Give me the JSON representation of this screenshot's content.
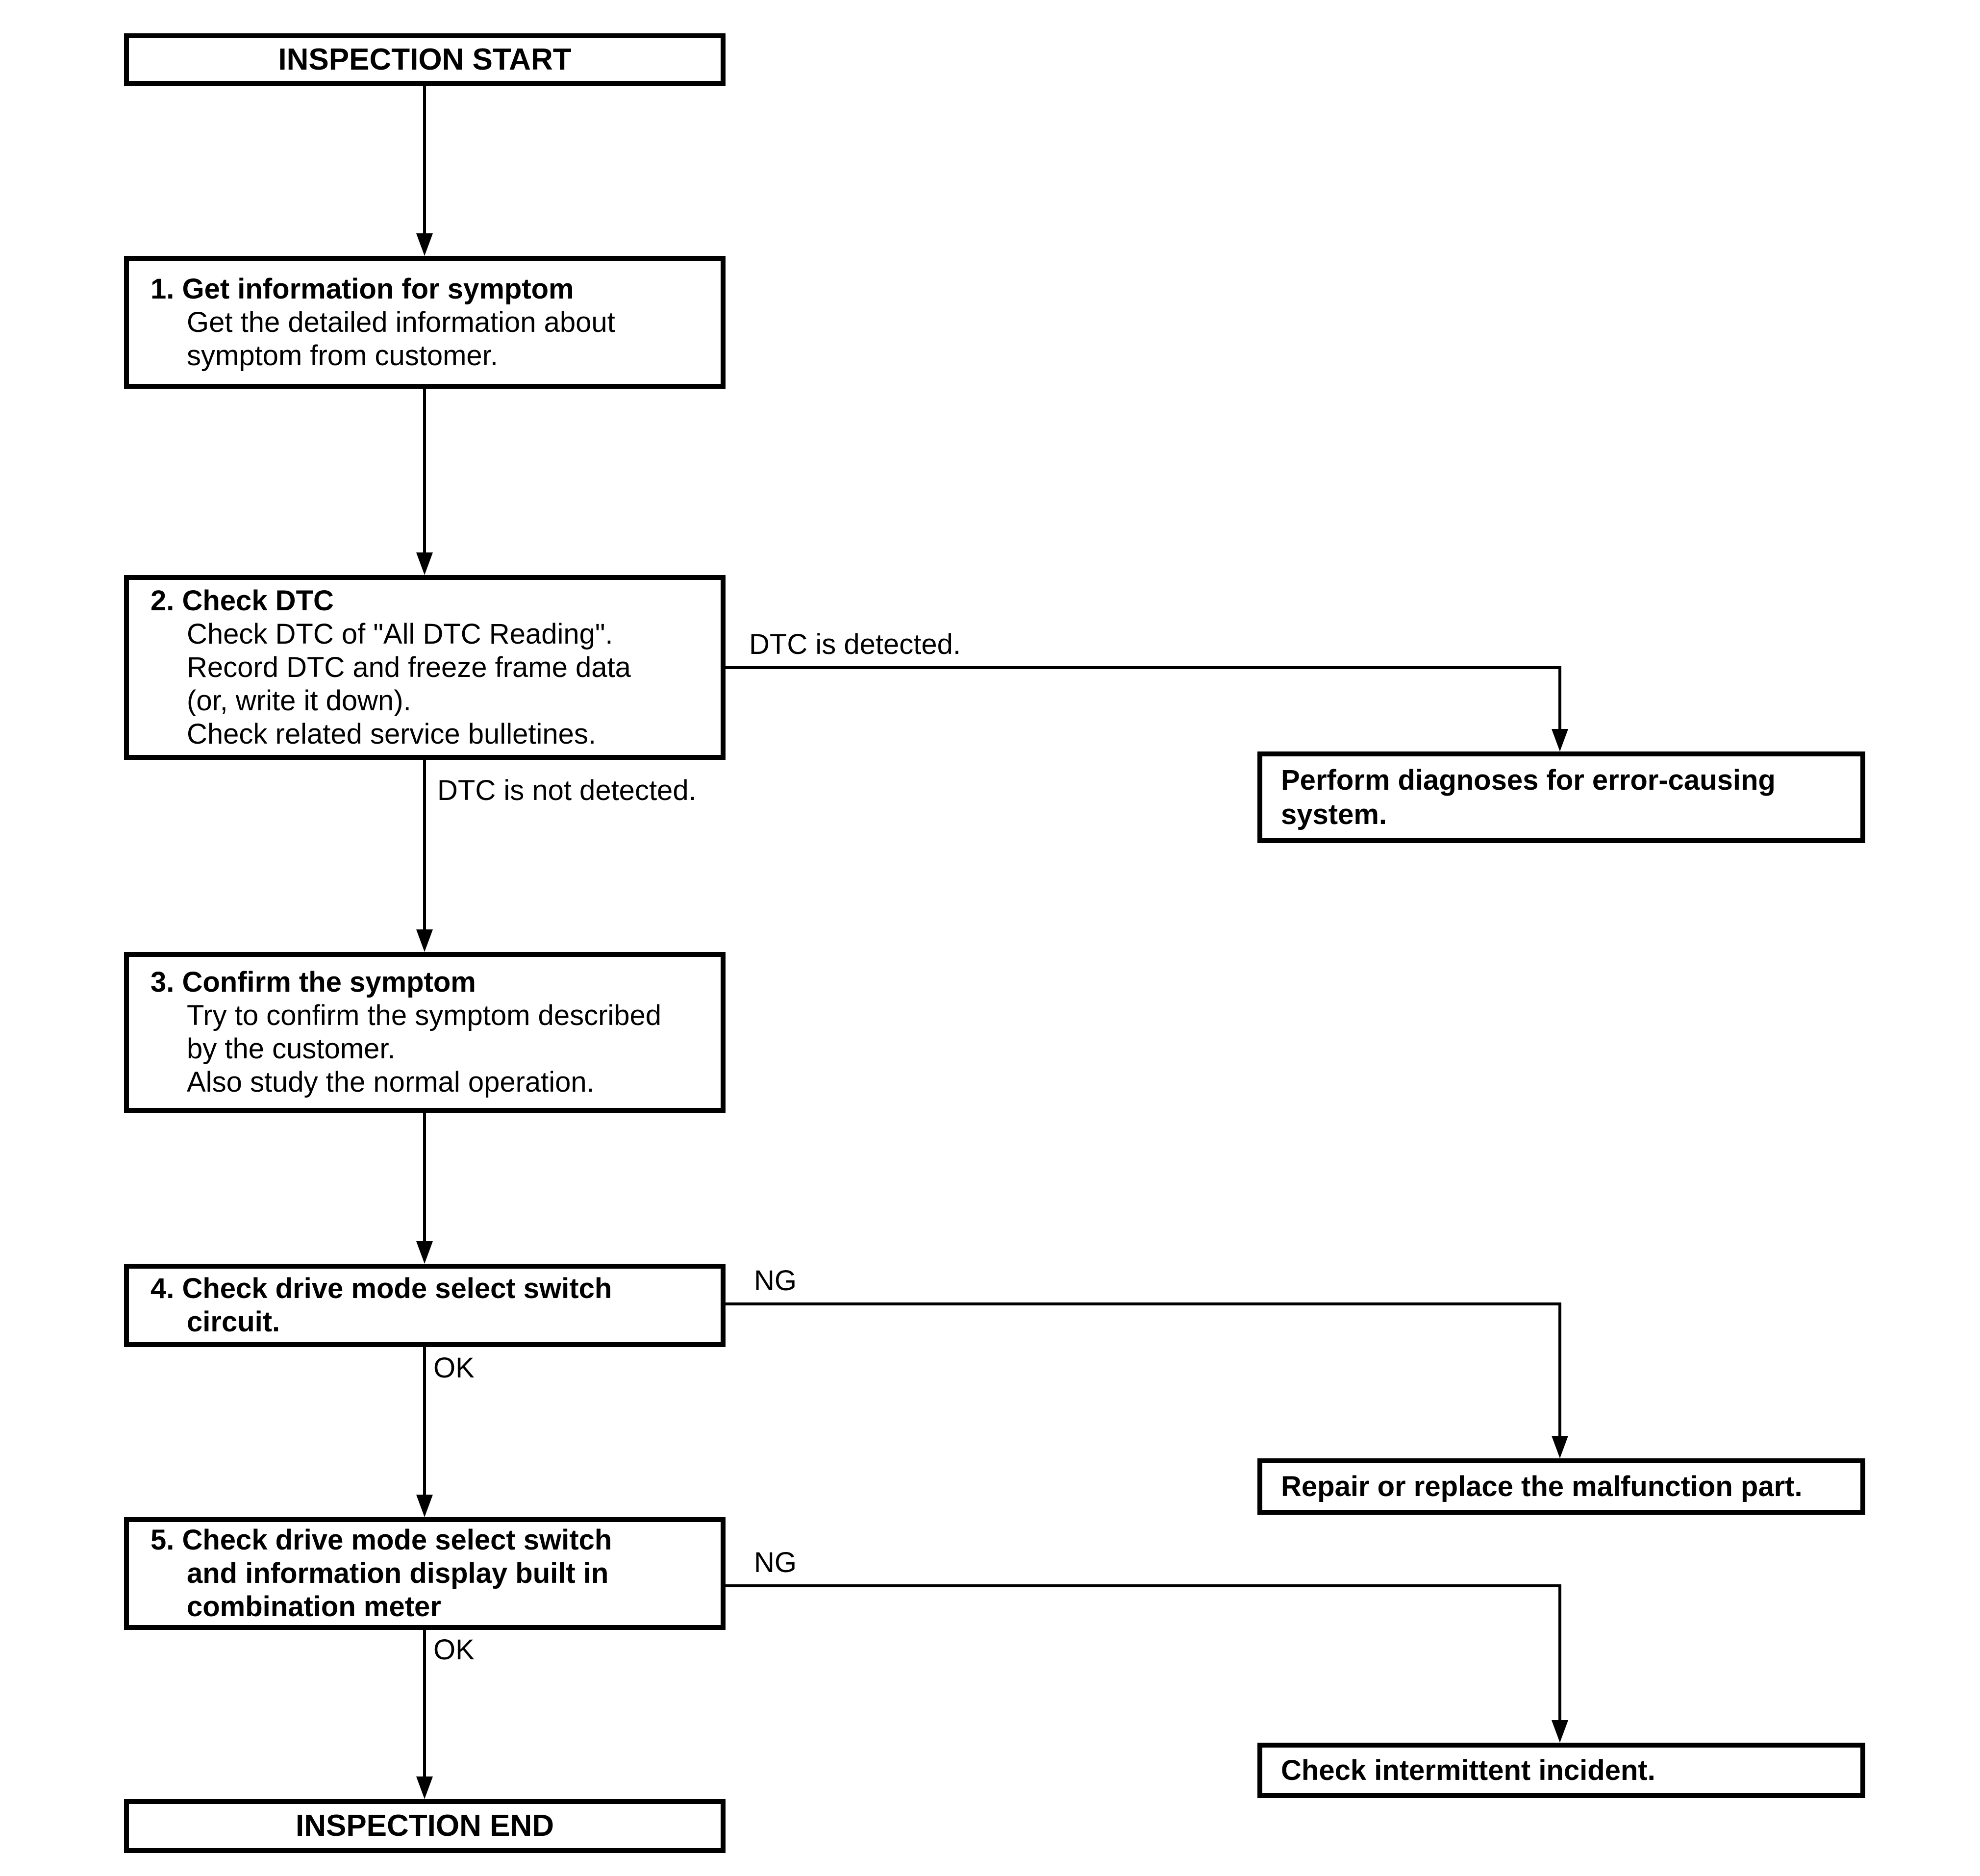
{
  "flowchart": {
    "colors": {
      "ink": "#000000",
      "paper": "#ffffff"
    },
    "nodes": {
      "start": {
        "label": "INSPECTION START"
      },
      "step1": {
        "heading": "1. Get information for symptom",
        "body": "Get the detailed information about\nsymptom from customer."
      },
      "step2": {
        "heading": "2. Check DTC",
        "body": "Check DTC of \"All DTC Reading\".\nRecord DTC and freeze frame data\n(or, write it down).\nCheck related service bulletines."
      },
      "step3": {
        "heading": "3. Confirm the symptom",
        "body": "Try to confirm the symptom described\nby the customer.\nAlso study the normal operation."
      },
      "step4": {
        "heading": "4. Check drive mode select switch\ncircuit."
      },
      "step5": {
        "heading": "5. Check drive mode select switch\nand information display built in\ncombination meter"
      },
      "perform_diagnoses": {
        "label": "Perform diagnoses for error-causing\nsystem."
      },
      "repair": {
        "label": "Repair or replace the malfunction part."
      },
      "intermittent": {
        "label": "Check intermittent incident."
      },
      "end": {
        "label": "INSPECTION END"
      }
    },
    "edge_labels": {
      "dtc_detected": "DTC is detected.",
      "dtc_not_detected": "DTC is not detected.",
      "step4_ng": "NG",
      "step4_ok": "OK",
      "step5_ng": "NG",
      "step5_ok": "OK"
    }
  }
}
